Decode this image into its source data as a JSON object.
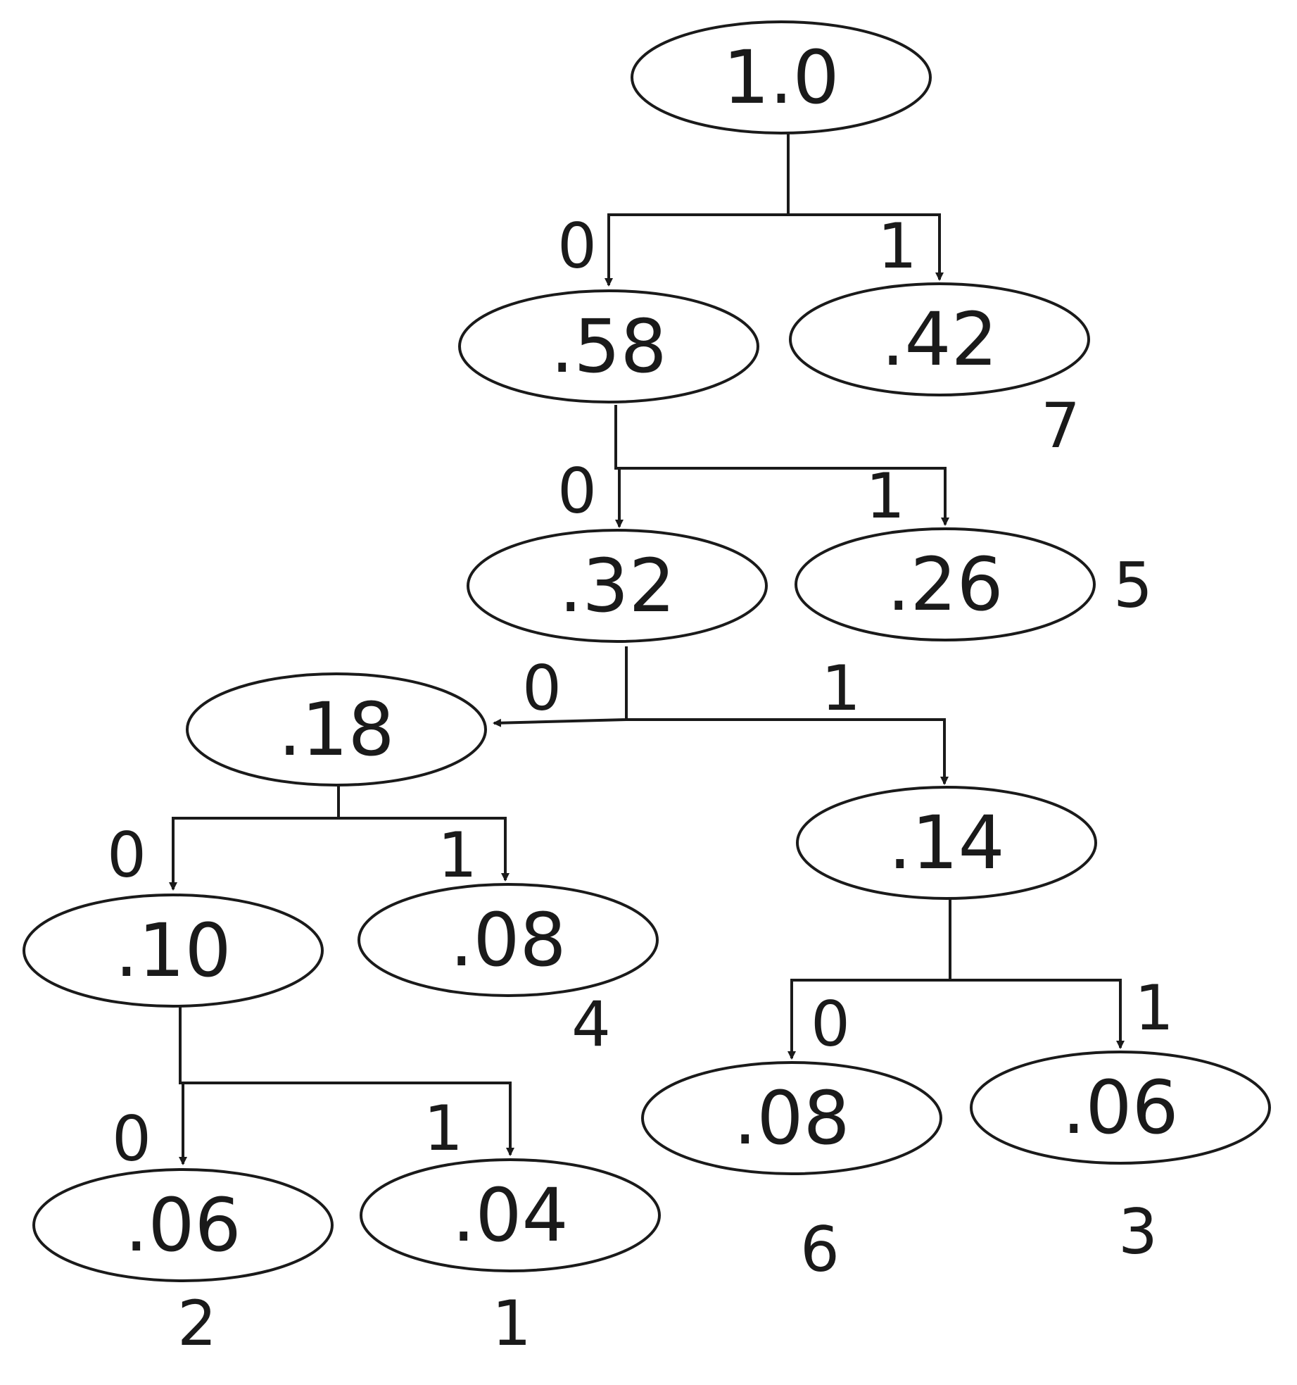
{
  "nodes": [
    {
      "id": "n1",
      "label": "1.0"
    },
    {
      "id": "n2",
      "label": ".58"
    },
    {
      "id": "n3",
      "label": ".42"
    },
    {
      "id": "n4",
      "label": ".32"
    },
    {
      "id": "n5",
      "label": ".26"
    },
    {
      "id": "n6",
      "label": ".18"
    },
    {
      "id": "n7",
      "label": ".14"
    },
    {
      "id": "n8",
      "label": ".10"
    },
    {
      "id": "n9",
      "label": ".08"
    },
    {
      "id": "n10",
      "label": ".08"
    },
    {
      "id": "n11",
      "label": ".06"
    },
    {
      "id": "n12",
      "label": ".06"
    },
    {
      "id": "n13",
      "label": ".04"
    }
  ],
  "edges": [
    {
      "from": "n1",
      "to": "n2",
      "bit": "0"
    },
    {
      "from": "n1",
      "to": "n3",
      "bit": "1"
    },
    {
      "from": "n2",
      "to": "n4",
      "bit": "0"
    },
    {
      "from": "n2",
      "to": "n5",
      "bit": "1"
    },
    {
      "from": "n4",
      "to": "n6",
      "bit": "0"
    },
    {
      "from": "n4",
      "to": "n7",
      "bit": "1"
    },
    {
      "from": "n6",
      "to": "n8",
      "bit": "0"
    },
    {
      "from": "n6",
      "to": "n9",
      "bit": "1"
    },
    {
      "from": "n7",
      "to": "n10",
      "bit": "0"
    },
    {
      "from": "n7",
      "to": "n11",
      "bit": "1"
    },
    {
      "from": "n8",
      "to": "n12",
      "bit": "0"
    },
    {
      "from": "n8",
      "to": "n13",
      "bit": "1"
    }
  ],
  "leaf_ids": [
    {
      "node": "n3",
      "label": "7"
    },
    {
      "node": "n5",
      "label": "5"
    },
    {
      "node": "n9",
      "label": "4"
    },
    {
      "node": "n10",
      "label": "6"
    },
    {
      "node": "n11",
      "label": "3"
    },
    {
      "node": "n12",
      "label": "2"
    },
    {
      "node": "n13",
      "label": "1"
    }
  ],
  "colors": {
    "stroke": "#1a1a1a",
    "background": "#ffffff"
  }
}
